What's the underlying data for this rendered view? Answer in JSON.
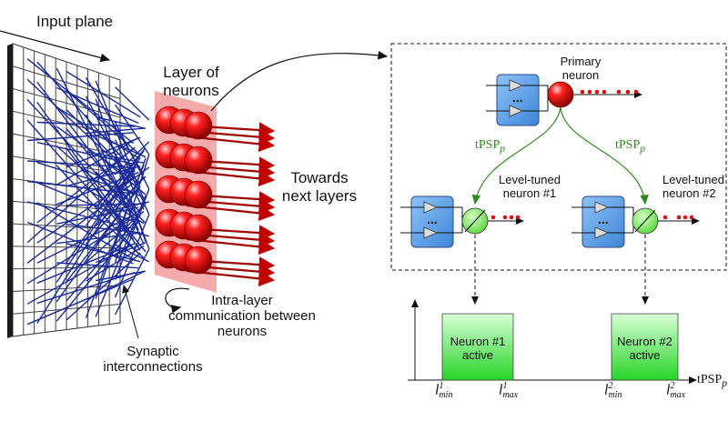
{
  "left": {
    "input_plane": "Input plane",
    "layer_of_neurons": [
      "Layer of",
      "neurons"
    ],
    "towards_next_layers": [
      "Towards",
      "next layers"
    ],
    "intra_layer": [
      "Intra-layer",
      "communication between",
      "neurons"
    ],
    "synaptic": [
      "Synaptic",
      "interconnections"
    ]
  },
  "right": {
    "primary_neuron": [
      "Primary",
      "neuron"
    ],
    "tpsp_left": {
      "base": "tPSP",
      "sub": "p"
    },
    "tpsp_right": {
      "base": "tPSP",
      "sub": "p"
    },
    "level_tuned_1": [
      "Level-tuned",
      "neuron #1"
    ],
    "level_tuned_2": [
      "Level-tuned",
      "neuron #2"
    ]
  },
  "plot": {
    "bar1": [
      "Neuron #1",
      "active"
    ],
    "bar2": [
      "Neuron #2",
      "active"
    ],
    "x_axis_label": {
      "base": "tPSP",
      "sub": "p"
    },
    "ticks": [
      {
        "base": "l",
        "sup": "1",
        "sub": "min"
      },
      {
        "base": "l",
        "sup": "1",
        "sub": "max"
      },
      {
        "base": "l",
        "sup": "2",
        "sub": "min"
      },
      {
        "base": "l",
        "sup": "2",
        "sub": "max"
      }
    ]
  },
  "colors": {
    "neuron_red": "#e01010",
    "synapse_blue": "#1a2a9a",
    "block_blue": "#5aa0e6",
    "bar_green": "#4ee04e",
    "arrow_green": "#2e8b1a"
  }
}
